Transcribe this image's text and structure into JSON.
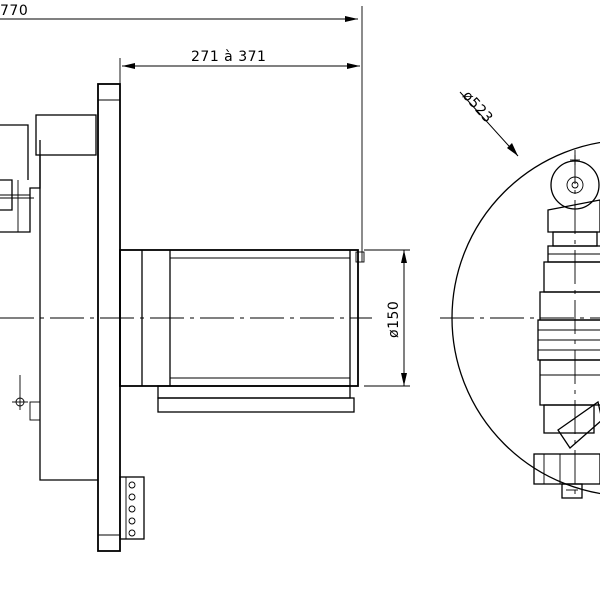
{
  "dimensions": {
    "overall_length": "770",
    "stroke_range": "271 à 371",
    "bore_diameter": "ø150",
    "swing_diameter": "ø523"
  }
}
